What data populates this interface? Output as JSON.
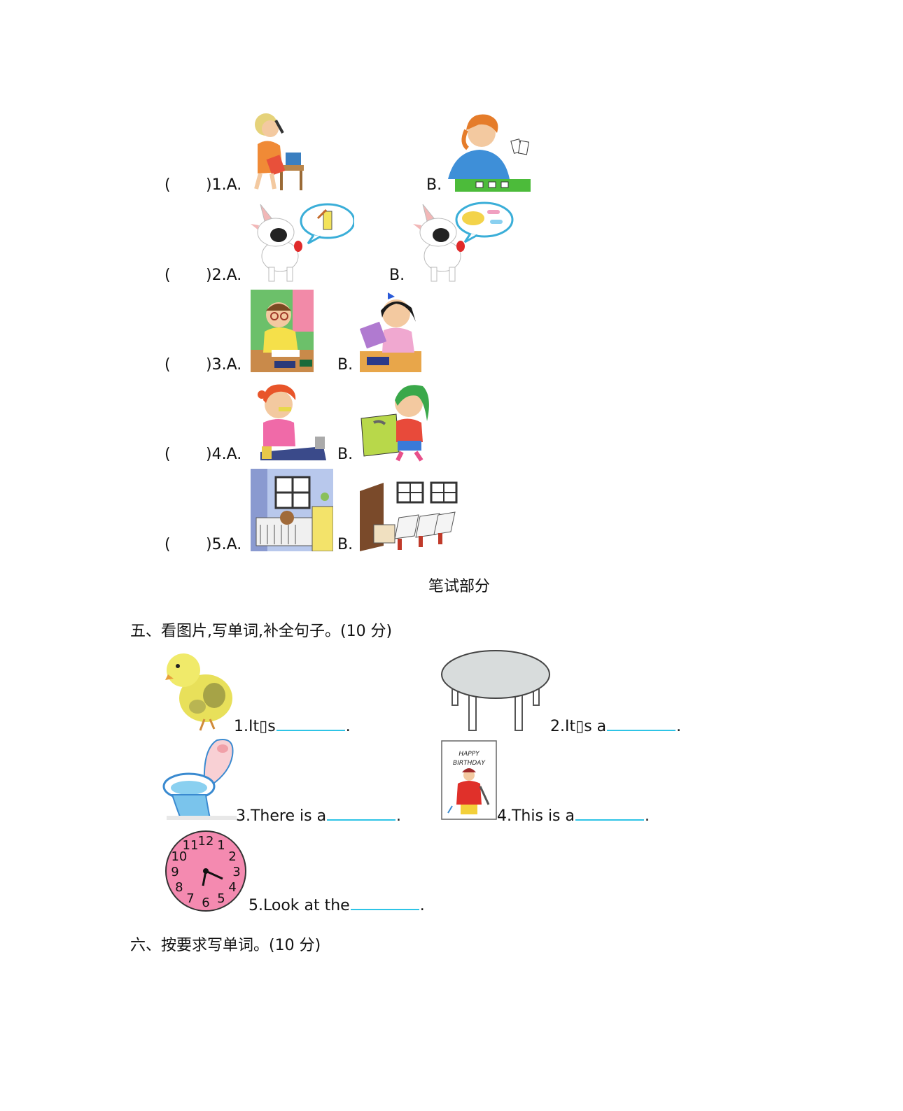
{
  "listening": {
    "items": [
      {
        "paren": "(",
        "close": ")1.A.",
        "b": "B."
      },
      {
        "paren": "(",
        "close": ")2.A.",
        "b": "B."
      },
      {
        "paren": "(",
        "close": ")3.A.",
        "b": "B."
      },
      {
        "paren": "(",
        "close": ")4.A.",
        "b": "B."
      },
      {
        "paren": "(",
        "close": ")5.A.",
        "b": "B."
      }
    ]
  },
  "section_title": "笔试部分",
  "section5": {
    "heading": "五、看图片,写单词,补全句子。(10 分)",
    "items": [
      {
        "pre": "1.It▯s",
        "post": "."
      },
      {
        "pre": "2.It▯s a",
        "post": "."
      },
      {
        "pre": "3.There is a",
        "post": "."
      },
      {
        "pre": "4.This is a",
        "post": "."
      },
      {
        "pre": "5.Look at the",
        "post": "."
      }
    ],
    "card_text_1": "HAPPY",
    "card_text_2": "BIRTHDAY",
    "clock_numbers": [
      "12",
      "1",
      "2",
      "3",
      "4",
      "5",
      "6",
      "7",
      "8",
      "9",
      "10",
      "11"
    ]
  },
  "section6": {
    "heading": "六、按要求写单词。(10 分)"
  }
}
